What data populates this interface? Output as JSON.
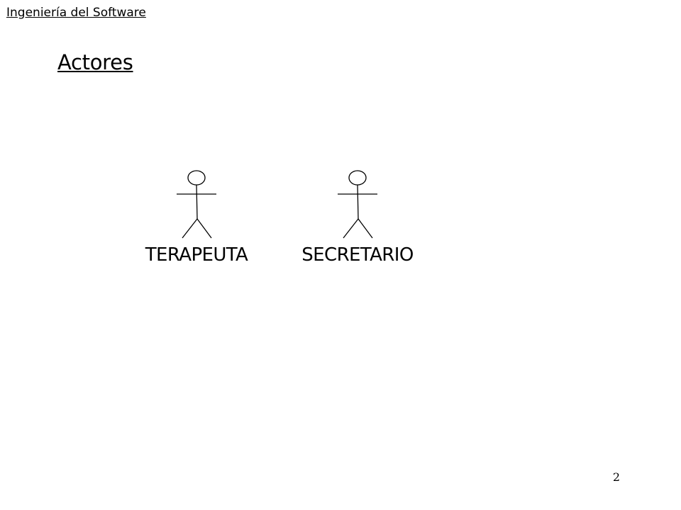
{
  "header": {
    "course_title": "Ingeniería del Software"
  },
  "slide": {
    "title": "Actores",
    "page_number": "2"
  },
  "actors": [
    {
      "name": "TERAPEUTA",
      "icon": "stick-figure-icon"
    },
    {
      "name": "SECRETARIO",
      "icon": "stick-figure-icon"
    }
  ]
}
